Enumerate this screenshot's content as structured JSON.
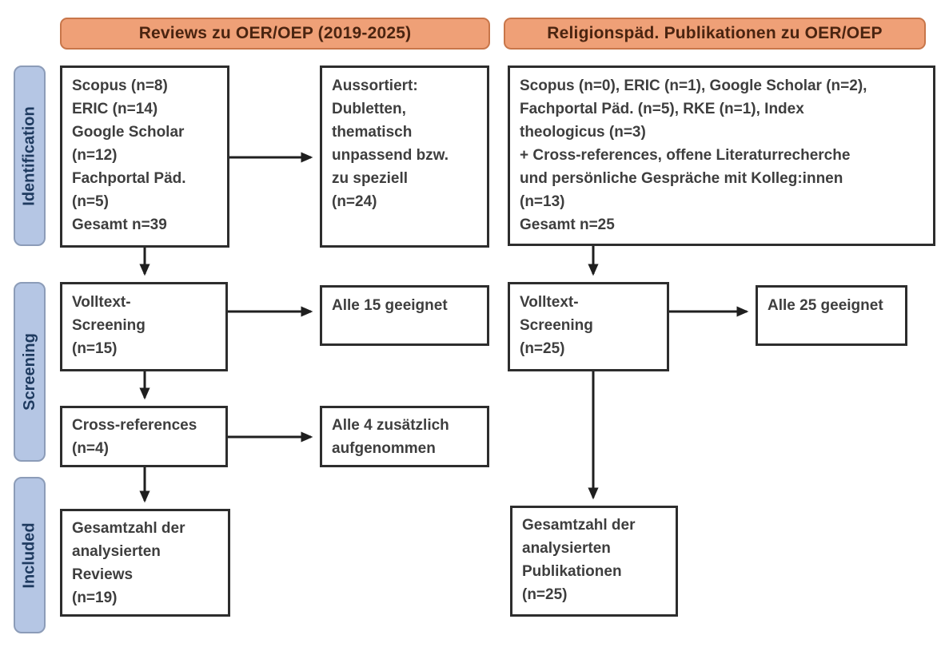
{
  "headers": {
    "left": "Reviews zu OER/OEP (2019-2025)",
    "right": "Religionspäd. Publikationen zu OER/OEP"
  },
  "stages": {
    "identification": "Identification",
    "screening": "Screening",
    "included": "Included"
  },
  "left_flow": {
    "sources": [
      "Scopus (n=8)",
      "ERIC (n=14)",
      "Google Scholar",
      "(n=12)",
      "Fachportal Päd.",
      "(n=5)",
      "Gesamt n=39"
    ],
    "excluded": [
      "Aussortiert:",
      "Dubletten,",
      "thematisch",
      "unpassend bzw.",
      "zu speziell",
      "(n=24)"
    ],
    "screening": [
      "Volltext-",
      "Screening",
      "(n=15)"
    ],
    "eligible": "Alle 15 geeignet",
    "crossref": [
      "Cross-references",
      "(n=4)"
    ],
    "added": [
      "Alle 4 zusätzlich",
      "aufgenommen"
    ],
    "included": [
      "Gesamtzahl der",
      "analysierten",
      "Reviews",
      "(n=19)"
    ]
  },
  "right_flow": {
    "sources": [
      "Scopus (n=0), ERIC (n=1), Google Scholar (n=2),",
      "Fachportal Päd. (n=5), RKE (n=1), Index",
      "theologicus (n=3)",
      "+ Cross-references, offene Literaturrecherche",
      "und persönliche Gespräche mit Kolleg:innen",
      "(n=13)",
      "Gesamt n=25"
    ],
    "screening": [
      "Volltext-",
      "Screening",
      "(n=25)"
    ],
    "eligible": "Alle 25 geeignet",
    "included": [
      "Gesamtzahl der",
      "analysierten",
      "Publikationen",
      "(n=25)"
    ]
  },
  "colors": {
    "header_fill": "#EFA077",
    "header_border": "#C8764A",
    "header_text": "#4A2410",
    "stage_fill": "#B5C6E4",
    "stage_border": "#8C9CB8",
    "stage_text": "#1E3A5F",
    "box_border": "#2D2D2D",
    "box_text": "#3E3E3E",
    "arrow": "#1F1F1F"
  }
}
